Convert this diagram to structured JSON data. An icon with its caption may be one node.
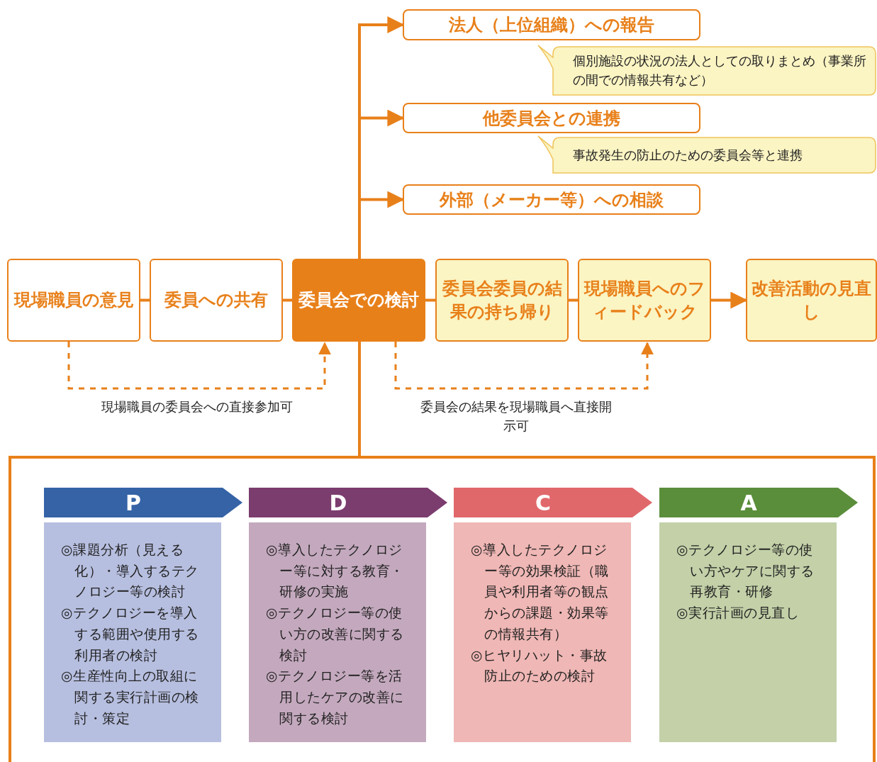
{
  "diagram": {
    "nodes": [
      {
        "text": [
          "法人（上位組織）への報告"
        ]
      },
      {
        "text": [
          "個別施設の状況の法人としての取りまとめ（事業所の間での情報共有など）"
        ]
      },
      {
        "text": [
          "他委員会との連携"
        ]
      },
      {
        "text": [
          "事故発生の防止のための委員会等と連携"
        ]
      },
      {
        "text": [
          "外部（メーカー等）への相談"
        ]
      },
      {
        "text": [
          "現場職員の意見"
        ]
      },
      {
        "text": [
          "委員への共有"
        ]
      },
      {
        "text": [
          "委員会での検討"
        ]
      },
      {
        "text": [
          "委員会委員の結果の持ち帰り"
        ]
      },
      {
        "text": [
          "現場職員へのフィードバック"
        ]
      },
      {
        "text": [
          "改善活動の見直し"
        ]
      },
      {
        "text": [],
        "shape": "box"
      },
      {
        "text": [
          "P"
        ],
        "in": 11
      },
      {
        "text": [
          "◎課題分析（見える化）・導入するテクノロジー等の検討",
          "◎テクノロジーを導入する範囲や使用する利用者の検討",
          "◎生産性向上の取組に関する実行計画の検討・策定"
        ],
        "in": 11
      },
      {
        "text": [
          "D"
        ],
        "in": 11
      },
      {
        "text": [
          "◎導入したテクノロジー等に対する教育・研修の実施",
          "◎テクノロジー等の使い方の改善に関する検討",
          "◎テクノロジー等を活用したケアの改善に関する検討"
        ],
        "in": 11
      },
      {
        "text": [
          "C"
        ],
        "in": 11
      },
      {
        "text": [
          "◎導入したテクノロジー等の効果検証（職員や利用者等の観点からの課題・効果等の情報共有）",
          "◎ヒヤリハット・事故防止のための検討"
        ],
        "in": 11
      },
      {
        "text": [
          "A"
        ],
        "in": 11
      },
      {
        "text": [
          "◎テクノロジー等の使い方やケアに関する再教育・研修",
          "◎実行計画の見直し"
        ],
        "in": 11
      }
    ],
    "edges": [
      {
        "from": 5,
        "to": 6,
        "arrow": "none"
      },
      {
        "from": 6,
        "to": 7,
        "arrow": "none"
      },
      {
        "from": 7,
        "to": 8,
        "arrow": "none"
      },
      {
        "from": 8,
        "to": 9,
        "arrow": "none"
      },
      {
        "from": 9,
        "to": 10,
        "arrow": "to"
      },
      {
        "from": 7,
        "to": 0,
        "arrow": "to"
      },
      {
        "from": 7,
        "to": 2,
        "arrow": "to"
      },
      {
        "from": 7,
        "to": 4,
        "arrow": "to"
      },
      {
        "from": 5,
        "to": 7,
        "arrow": "to",
        "style": "dashed",
        "label": "現場職員の委員会への直接参加可"
      },
      {
        "from": 7,
        "to": 9,
        "arrow": "to",
        "style": "dashed",
        "label": "委員会の結果を現場職員へ直接開示可"
      },
      {
        "from": 7,
        "to": 11,
        "arrow": "none"
      }
    ]
  }
}
